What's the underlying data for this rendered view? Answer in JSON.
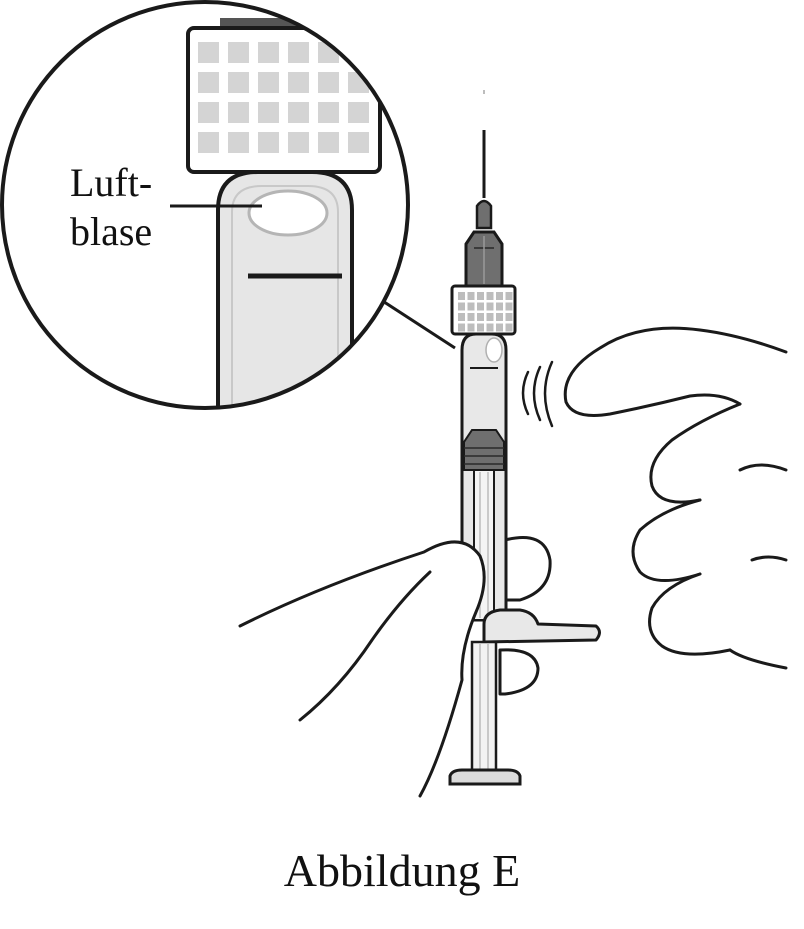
{
  "annotation": {
    "line1": "Luft-",
    "line2": "blase"
  },
  "caption": "Abbildung E",
  "colors": {
    "stroke": "#1a1a1a",
    "fill_light": "#e6e6e6",
    "fill_mid": "#bdbdbd",
    "fill_dark": "#6f6f6f",
    "background": "#ffffff"
  }
}
